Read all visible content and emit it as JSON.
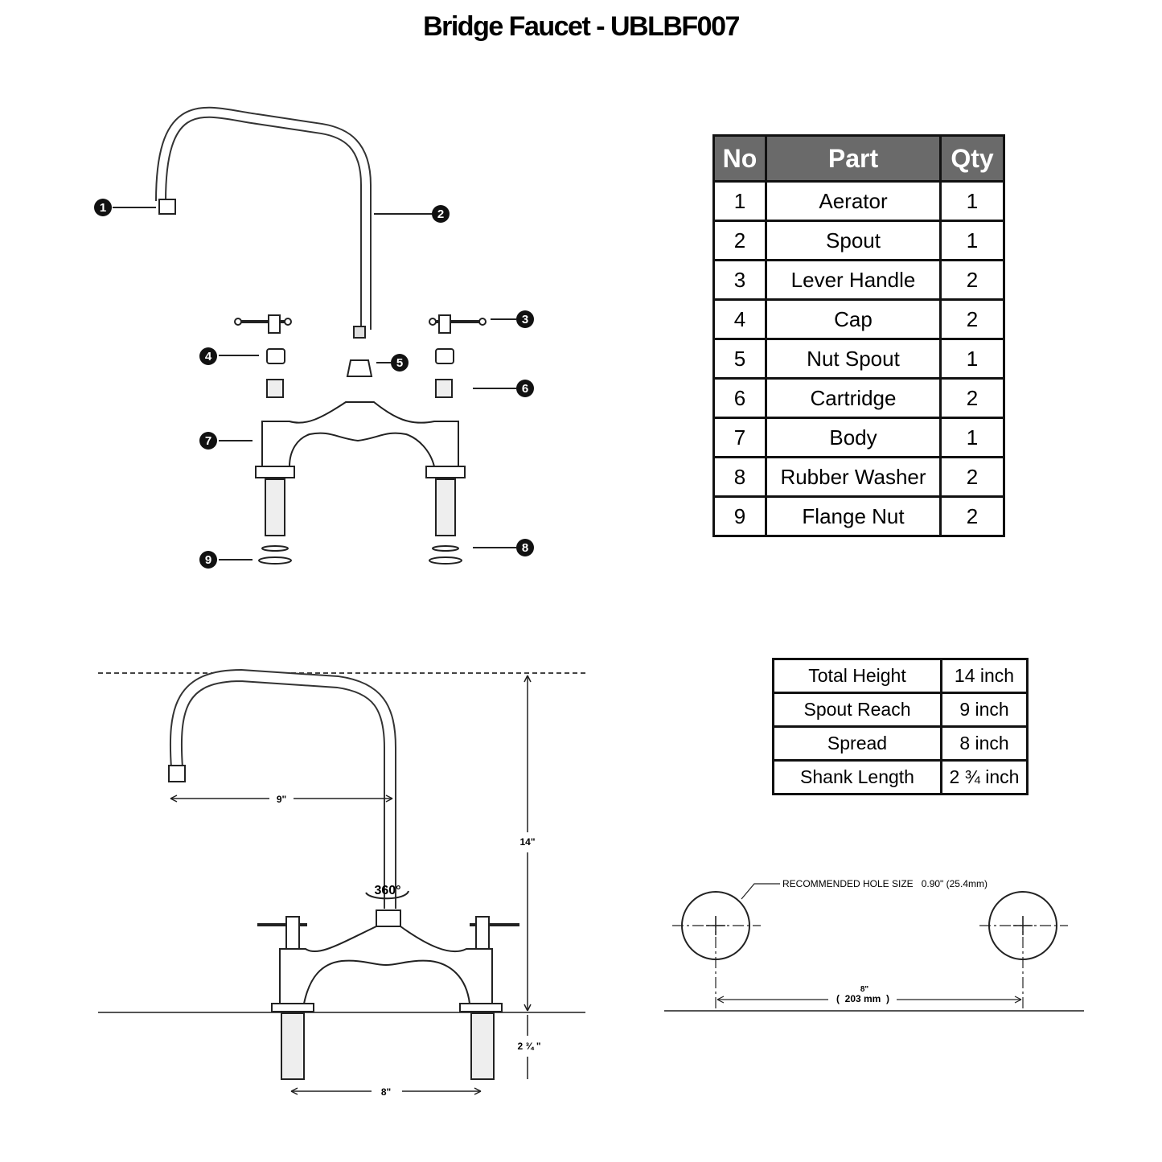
{
  "title": "Bridge Faucet - UBLBF007",
  "parts_table": {
    "headers": [
      "No",
      "Part",
      "Qty"
    ],
    "rows": [
      {
        "no": "1",
        "part": "Aerator",
        "qty": "1"
      },
      {
        "no": "2",
        "part": "Spout",
        "qty": "1"
      },
      {
        "no": "3",
        "part": "Lever Handle",
        "qty": "2"
      },
      {
        "no": "4",
        "part": "Cap",
        "qty": "2"
      },
      {
        "no": "5",
        "part": "Nut Spout",
        "qty": "1"
      },
      {
        "no": "6",
        "part": "Cartridge",
        "qty": "2"
      },
      {
        "no": "7",
        "part": "Body",
        "qty": "1"
      },
      {
        "no": "8",
        "part": "Rubber Washer",
        "qty": "2"
      },
      {
        "no": "9",
        "part": "Flange Nut",
        "qty": "2"
      }
    ]
  },
  "spec_table": {
    "rows": [
      {
        "label": "Total Height",
        "value": "14 inch"
      },
      {
        "label": "Spout Reach",
        "value": "9 inch"
      },
      {
        "label": "Spread",
        "value": "8 inch"
      },
      {
        "label": "Shank Length",
        "value": "2 ¾ inch"
      }
    ]
  },
  "callouts": {
    "n1": "1",
    "n2": "2",
    "n3": "3",
    "n4": "4",
    "n5": "5",
    "n6": "6",
    "n7": "7",
    "n8": "8",
    "n9": "9"
  },
  "dimensions": {
    "reach": "9\"",
    "height": "14\"",
    "rotation": "360°",
    "spread": "8\"",
    "shank": "2 ¾ \""
  },
  "hole_diagram": {
    "note": "RECOMMENDED HOLE SIZE   0.90\" (25.4mm)",
    "spacing_in": "8\"",
    "spacing_mm": "(  203 mm  )"
  }
}
